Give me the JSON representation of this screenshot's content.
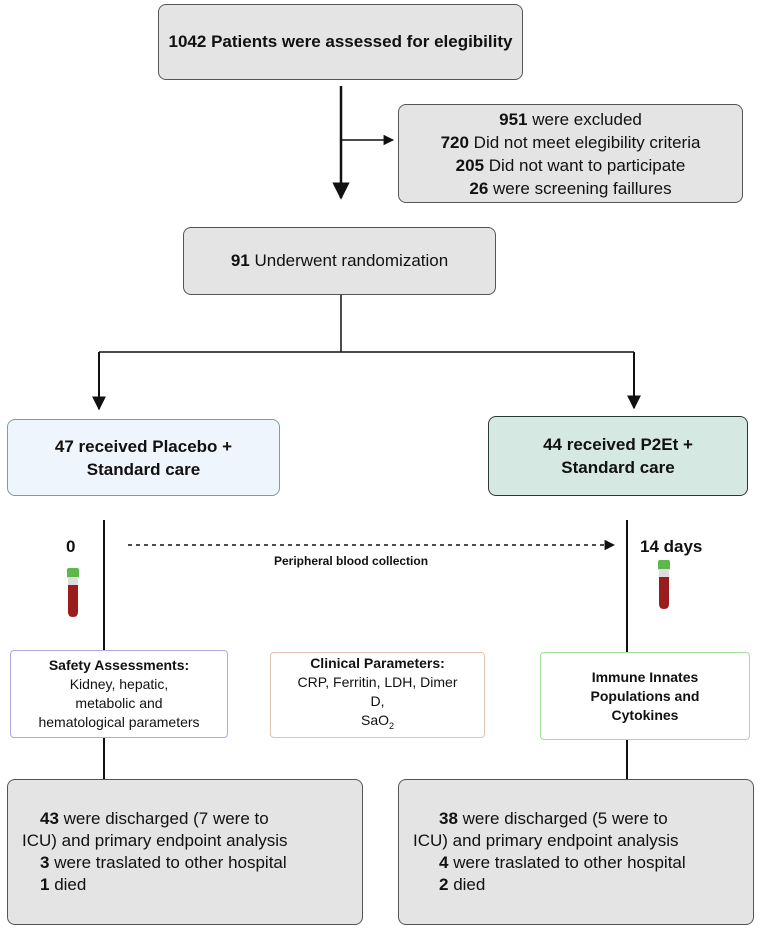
{
  "assessed": {
    "count": "1042",
    "text": "Patients were assessed for elegibility"
  },
  "excluded": {
    "lines": [
      {
        "count": "951",
        "text": "were excluded"
      },
      {
        "count": "720",
        "text": "Did not meet elegibility criteria"
      },
      {
        "count": "205",
        "text": "Did not want to participate"
      },
      {
        "count": "26",
        "text": "were screening faillures"
      }
    ]
  },
  "randomization": {
    "count": "91",
    "text": "Underwent randomization"
  },
  "placebo_arm": {
    "line1": "47 received Placebo +",
    "line2": "Standard care"
  },
  "p2et_arm": {
    "line1": "44 received P2Et +",
    "line2": "Standard care"
  },
  "timeline": {
    "start_label": "0",
    "end_label": "14 days",
    "collection_label": "Peripheral blood collection"
  },
  "safety": {
    "title": "Safety Assessments:",
    "line1": "Kidney, hepatic,",
    "line2": "metabolic and",
    "line3": "hematological parameters"
  },
  "clinical": {
    "title": "Clinical Parameters:",
    "line1": "CRP, Ferritin, LDH, Dimer",
    "line2": "D,",
    "line3_main": "SaO",
    "line3_sub": "2"
  },
  "immune": {
    "line1": "Immune Innates",
    "line2": "Populations and",
    "line3": "Cytokines"
  },
  "placebo_outcome": {
    "discharged_count": "43",
    "discharged_text": "were discharged (7  were to",
    "line2": "ICU) and primary endpoint analysis",
    "translated_count": "3",
    "translated_text": "were traslated to other hospital",
    "died_count": "1",
    "died_text": " died"
  },
  "p2et_outcome": {
    "discharged_count": "38",
    "discharged_text": "were discharged (5 were to",
    "line2": "ICU) and primary endpoint analysis",
    "translated_count": "4",
    "translated_text": "were traslated to other hospital",
    "died_count": "2",
    "died_text": "died"
  },
  "colors": {
    "gray_box": "#e4e4e4",
    "placebo_fill": "#eef5fc",
    "placebo_border": "#7f97b8",
    "p2et_fill": "#d6e8e2",
    "p2et_border": "#2c3a35",
    "safety_border": "#b3a8e0",
    "clinical_border": "#e2c2b2",
    "immune_border": "#a9dca0",
    "tube_cap": "#5cb84a",
    "tube_blood": "#9b1c1c"
  }
}
